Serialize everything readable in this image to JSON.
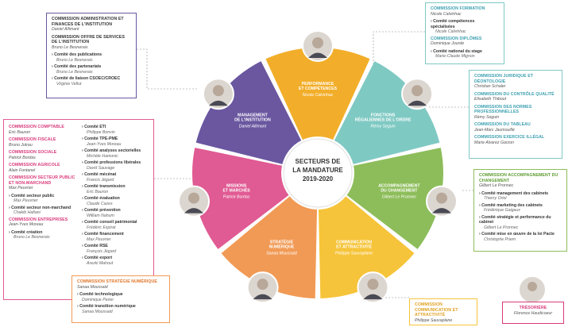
{
  "center": {
    "line1": "SECTEURS DE",
    "line2": "LA MANDATURE",
    "line3": "2019-2020"
  },
  "colors": {
    "performance": "#f2ae2a",
    "juridique": "#7fc9c3",
    "accompagnement": "#8dbd5a",
    "communication": "#f6c43a",
    "strategie": "#f19a55",
    "missions": "#e05a93",
    "management": "#6a57a0"
  },
  "segments": [
    {
      "id": "performance",
      "title1": "PERFORMANCE",
      "title2": "ET COMPÉTENCES",
      "name": "Nicole Calvinhac"
    },
    {
      "id": "juridique",
      "title1": "FONCTIONS",
      "title2": "RÉGALIENNES DE L'ORDRE",
      "name": "Rémy Seguin"
    },
    {
      "id": "accompagnement",
      "title1": "ACCOMPAGNEMENT",
      "title2": "DU CHANGEMENT",
      "name": "Gilbert Le Pronnec"
    },
    {
      "id": "communication",
      "title1": "COMMUNICATION",
      "title2": "ET ATTRACTIVITÉ",
      "name": "Philippe Sauvaplane"
    },
    {
      "id": "strategie",
      "title1": "STRATÉGIE",
      "title2": "NUMÉRIQUE",
      "name": "Sanaa Moussaid"
    },
    {
      "id": "missions",
      "title1": "MISSIONS",
      "title2": "ET MARCHÉS",
      "name": "Patrick Bordas"
    },
    {
      "id": "management",
      "title1": "MANAGEMENT",
      "title2": "DE L'INSTITUTION",
      "name": "Daniel Allimant"
    }
  ],
  "box_admin": {
    "c1_title": "COMMISSION ADMINISTRATION ET FINANCES DE L'INSTITUTION",
    "c1_name": "Daniel Allimant",
    "c2_title": "COMMISSION OFFRE DE SERVICES DE L'INSTITUTION",
    "c2_name": "Bruno Le Besnerais",
    "subs": [
      {
        "t": "Comité des publications",
        "n": "Bruno Le Besnerais"
      },
      {
        "t": "Comité des partenariats",
        "n": "Bruno Le Besnerais"
      },
      {
        "t": "Comité de liaison CSOEC/CROEC",
        "n": "Virginie Vellut"
      }
    ]
  },
  "box_formation": {
    "c1_title": "COMMISSION FORMATION",
    "c1_name": "Nicole Calvinhac",
    "sub1_t": "Comité compétences spécialisées",
    "sub1_n": "Nicole Calvinhac",
    "c2_title": "COMMISSION DIPLÔMES",
    "c2_name": "Dominique Jourde",
    "sub2_t": "Comité national du stage",
    "sub2_n": "Marie-Claude Mignon"
  },
  "box_juridique": {
    "items": [
      {
        "t": "COMMISSION JURIDIQUE ET DÉONTOLOGIE",
        "n": "Christian Schaler"
      },
      {
        "t": "COMMISSION DU CONTRÔLE QUALITÉ",
        "n": "Elisabeth Thibout"
      },
      {
        "t": "COMMISSION DES NORMES PROFESSIONNELLES",
        "n": "Rémy Seguin"
      },
      {
        "t": "COMMISSION DU TABLEAU",
        "n": "Jean-Marc Jaumouillé"
      },
      {
        "t": "COMMISSION EXERCICE ILLÉGAL",
        "n": "Marie Alvarez Garzon"
      }
    ]
  },
  "box_accomp": {
    "title": "COMMISSION ACCOMPAGNEMENT DU CHANGEMENT",
    "name": "Gilbert Le Pronnec",
    "subs": [
      {
        "t": "Comité management des cabinets",
        "n": "Thierry Oriol"
      },
      {
        "t": "Comité marketing des cabinets",
        "n": "Frédérique Gaigaux"
      },
      {
        "t": "Comité stratégie et performance du cabinet",
        "n": "Gilbert Le Pronnec"
      },
      {
        "t": "Comité mise en œuvre de la loi Pacte",
        "n": "Christophe Priem"
      }
    ]
  },
  "box_missions": {
    "left": [
      {
        "t": "COMMISSION COMPTABLE",
        "n": "Eric Bauron"
      },
      {
        "t": "COMMISSION FISCALE",
        "n": "Bruno Jotrau"
      },
      {
        "t": "COMMISSION SOCIALE",
        "n": "Patrick Bordas"
      },
      {
        "t": "COMMISSION AGRICOLE",
        "n": "Alain Fontanel"
      },
      {
        "t": "COMMISSION SECTEUR PUBLIC ET NON-MARCHAND",
        "n": "Max Peuvrier"
      }
    ],
    "left_subs": [
      {
        "t": "Comité secteur public",
        "n": "Max Peuvrier"
      },
      {
        "t": "Comité secteur non-marchand",
        "n": "Chakib Hafiani"
      }
    ],
    "left2": [
      {
        "t": "COMMISSION ENTREPRISES",
        "n": "Jean-Yves Moreau"
      }
    ],
    "left2_subs": [
      {
        "t": "Comité création",
        "n": "Bruno Le Besnerais"
      }
    ],
    "right_subs": [
      {
        "t": "Comité ETI",
        "n": "Philippe Bonvin"
      },
      {
        "t": "Comité TPE-PME",
        "n": "Jean-Yves Moreau"
      },
      {
        "t": "Comité analyses sectorielles",
        "n": "Michèle Hamonic"
      },
      {
        "t": "Comité professions libérales",
        "n": "David Sauvage"
      },
      {
        "t": "Comité mécénat",
        "n": "Francis Jégard"
      },
      {
        "t": "Comité transmission",
        "n": "Eric Bauron"
      },
      {
        "t": "Comité évaluation",
        "n": "Claude Cazes"
      },
      {
        "t": "Comité prévention",
        "n": "William Nahum"
      },
      {
        "t": "Comité conseil patrimonial",
        "n": "Frédéric Espirat"
      },
      {
        "t": "Comité financement",
        "n": "Max Peuvrier"
      },
      {
        "t": "Comité RSE",
        "n": "François Jégard"
      },
      {
        "t": "Comité export",
        "n": "Arezki Mahout"
      }
    ]
  },
  "box_numerique": {
    "title": "COMMISSION STRATÉGIE NUMÉRIQUE",
    "name": "Sanaa Moussaid",
    "subs": [
      {
        "t": "Comité technologique",
        "n": "Dominique Perier"
      },
      {
        "t": "Comité transition numérique",
        "n": "Sanaa Moussaid"
      }
    ]
  },
  "box_comm": {
    "title": "COMMISSION COMMUNICATION ET ATTRACTIVITÉ",
    "name": "Philippe Sauvaplane"
  },
  "box_tresor": {
    "title": "TRÉSORIÈRE",
    "name": "Florence Haudicoeur"
  }
}
